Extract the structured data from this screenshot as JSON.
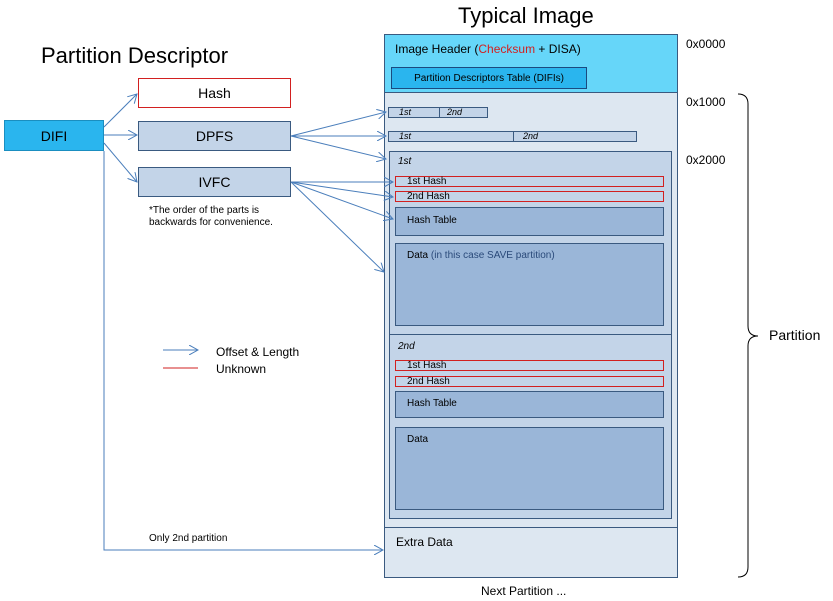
{
  "titles": {
    "left": "Partition Descriptor",
    "right": "Typical Image"
  },
  "difi": "DIFI",
  "descriptor": {
    "hash": "Hash",
    "dpfs": "DPFS",
    "ivfc": "IVFC",
    "note": "*The order of the parts is backwards for convenience."
  },
  "legend": {
    "offset_length": "Offset & Length",
    "unknown": "Unknown"
  },
  "image_header": {
    "prefix": "Image Header (",
    "checksum": "Checksum",
    "suffix": " + DISA)",
    "table": "Partition Descriptors Table (DIFIs)"
  },
  "dpfs_rows": {
    "first": "1st",
    "second": "2nd"
  },
  "partition_1": {
    "label": "1st",
    "hash1": "1st Hash",
    "hash2": "2nd Hash",
    "hash_table": "Hash Table",
    "data_prefix": "Data ",
    "data_note": "(in this case SAVE partition)"
  },
  "partition_2": {
    "label": "2nd",
    "hash1": "1st Hash",
    "hash2": "2nd Hash",
    "hash_table": "Hash Table",
    "data": "Data"
  },
  "extra_data": "Extra Data",
  "only_second": "Only  2nd partition",
  "next_partition": "Next Partition ...",
  "offsets": [
    "0x0000",
    "0x1000",
    "0x2000"
  ],
  "partition_brace": "Partition",
  "colors": {
    "accent_cyan": "#2ab5ee",
    "header_cyan": "#66d6f9",
    "light_blue": "#dde7f1",
    "mid_blue": "#c3d4e8",
    "dark_blue": "#9ab6d8",
    "arrow": "#4a7ebb",
    "unknown_red": "#d22020"
  }
}
